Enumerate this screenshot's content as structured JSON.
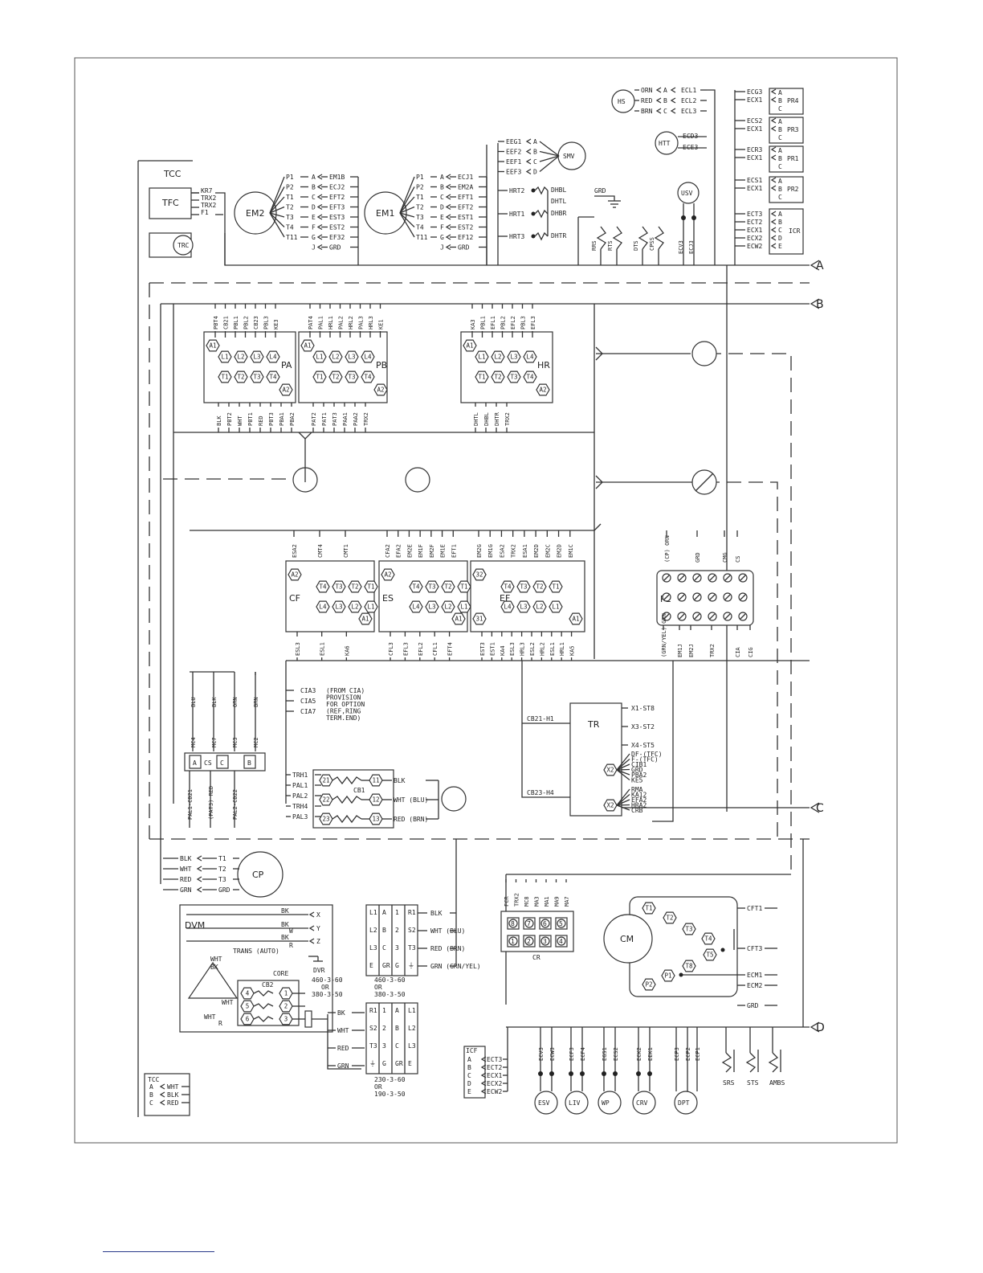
{
  "buses": [
    "A",
    "B",
    "C",
    "D"
  ],
  "components": {
    "tcc_top": "TCC",
    "tfc": "TFC",
    "trc": "TRC",
    "em2": "EM2",
    "em1": "EM1",
    "smv": "SMV",
    "hs": "HS",
    "htt": "HTT",
    "usv": "USV",
    "pr4": "PR4",
    "pr3": "PR3",
    "pr1": "PR1",
    "pr2": "PR2",
    "icr": "ICR",
    "pa": "PA",
    "pb": "PB",
    "hr": "HR",
    "cf": "CF",
    "es": "ES",
    "ef": "EF",
    "pe": "PE",
    "cs": "CS",
    "cb1": "CB1",
    "tr": "TR",
    "cp": "CP",
    "dvm": "DVM",
    "trans": "TRANS (AUTO)",
    "core": "CORE",
    "dvr": "DVR",
    "cb2": "CB2",
    "cr": "CR",
    "cm": "CM",
    "tcc_bottom": "TCC",
    "icf": "ICF",
    "esv": "ESV",
    "liv": "LIV",
    "wp": "WP",
    "crv": "CRV",
    "dpt": "DPT",
    "srs": "SRS",
    "sts": "STS",
    "grd_top": "GRD"
  },
  "wire_labels": {
    "tfc_pins": [
      "KR7",
      "TRX2",
      "TRX2",
      "F1"
    ],
    "em2_left": [
      "P1",
      "P2",
      "T1",
      "T2",
      "T3",
      "T4",
      "T11"
    ],
    "em2_pins": [
      "A",
      "B",
      "C",
      "D",
      "E",
      "F",
      "G",
      "J"
    ],
    "em2_right": [
      "EM1B",
      "ECJ2",
      "EFT2",
      "EFT3",
      "EST3",
      "EST2",
      "EF32",
      "GRD"
    ],
    "em1_left": [
      "P1",
      "P2",
      "T1",
      "T2",
      "T3",
      "T4",
      "T11"
    ],
    "em1_pins": [
      "A",
      "B",
      "C",
      "D",
      "E",
      "F",
      "G",
      "J"
    ],
    "em1_right": [
      "ECJ1",
      "EM2A",
      "EFT1",
      "EFT2",
      "EST1",
      "EST2",
      "EF12",
      "GRD"
    ],
    "smv_left": [
      "EEG1",
      "EEF2",
      "EEF1",
      "EEF3"
    ],
    "smv_pins": [
      "A",
      "B",
      "C",
      "D"
    ],
    "hrt": [
      "HRT2",
      "HRT1",
      "HRT3"
    ],
    "heaters": [
      "DHBL",
      "DHTL",
      "DHBR",
      "DHTR"
    ],
    "sensors_top": [
      "RRS",
      "RTS",
      "DTS",
      "CPSS"
    ],
    "usv_wires": [
      "ECV3",
      "ECJ3"
    ],
    "hs_colors": [
      "ORN",
      "RED",
      "BRN"
    ],
    "hs_pins": [
      "A",
      "B",
      "C"
    ],
    "hs_right": [
      "ECL1",
      "ECL2",
      "ECL3"
    ],
    "htt_right": [
      "ECD3",
      "ECE3"
    ],
    "pr4_left": [
      "ECG3",
      "ECX1"
    ],
    "pr3_left": [
      "ECS2",
      "ECX1"
    ],
    "pr1_left": [
      "ECR3",
      "ECX1"
    ],
    "pr2_left": [
      "ECS1",
      "ECX1"
    ],
    "pr_pins": [
      "A",
      "B",
      "C"
    ],
    "icr_left": [
      "ECT3",
      "ECT2",
      "ECX1",
      "ECX2",
      "ECW2"
    ],
    "icr_pins": [
      "A",
      "B",
      "C",
      "D",
      "E"
    ],
    "pa_top": [
      "PBT4",
      "CB21",
      "PBL1",
      "PBL2",
      "CB23",
      "PBL3",
      "KE3"
    ],
    "pa_bottom": [
      "BLK",
      "PBT2",
      "WHT",
      "PBT1",
      "RED",
      "PBT3",
      "PBA1",
      "PBA2"
    ],
    "pb_top": [
      "PAT4",
      "PAL1",
      "HRL1",
      "PAL2",
      "HRL2",
      "PAL3",
      "HRL3",
      "KE1"
    ],
    "pb_bottom": [
      "PAT2",
      "PAT1",
      "PAT3",
      "PAA1",
      "PAA2",
      "TRX2"
    ],
    "hr_top": [
      "KA3",
      "PBL1",
      "EFL1",
      "PBL2",
      "EFL2",
      "PBL3",
      "EFL3"
    ],
    "hr_bottom": [
      "DHTL",
      "DHBL",
      "DHTR",
      "TRX2"
    ],
    "contactor_terms": [
      "A1",
      "L1",
      "L2",
      "L3",
      "L4",
      "T1",
      "T2",
      "T3",
      "T4",
      "A2"
    ],
    "cf_top": [
      "ESA2",
      "CMT4",
      "CMT1"
    ],
    "cf_bottom": [
      "ESL3",
      "ESL1",
      "KA6"
    ],
    "es_top": [
      "CFA2",
      "EFA2",
      "EM2E",
      "EM1F",
      "EM2F",
      "EM1E",
      "EFT1"
    ],
    "es_bottom": [
      "CFL3",
      "EFL3",
      "EFL2",
      "CFL1",
      "EFT4"
    ],
    "ef_top": [
      "EM2G",
      "EM1G",
      "ESA2",
      "TRX2",
      "ESA1",
      "EM2D",
      "EM2C",
      "EM2D",
      "EM1C"
    ],
    "ef_bottom": [
      "EST3",
      "EST1",
      "KA4",
      "ESL3",
      "HRL3",
      "ESL2",
      "HRL2",
      "ESL1",
      "HRL1",
      "KA5"
    ],
    "pe_top": [
      "(CP) ORN",
      "GRD",
      "CMG",
      "CS"
    ],
    "pe_bottom": [
      "(GRN/YEL) GRN",
      "EM1J",
      "EM2J",
      "TRX2",
      "CIA",
      "CIG"
    ],
    "cs_wires": [
      "BLU",
      "BLK",
      "ORN",
      "BRN"
    ],
    "cs_mc": [
      "MC4",
      "MC7",
      "MC3",
      "MC2"
    ],
    "cs_pins": [
      "A",
      "C",
      "B"
    ],
    "cs_bottom": [
      "PAL1-CB21",
      "(PAT3) RED",
      "PAL2-CB22"
    ],
    "cia_notes": [
      "CIA3",
      "CIA5",
      "CIA7",
      "(FROM CIA)",
      "PROVISION",
      "FOR OPTION",
      "(REF,RING",
      "TERM.END)"
    ],
    "cb1_left": [
      "TRH1",
      "PAL1",
      "PAL2",
      "TRH4",
      "PAL3"
    ],
    "cb1_in": [
      "21",
      "22",
      "23"
    ],
    "cb1_out": [
      "11",
      "12",
      "13"
    ],
    "cb1_right": [
      "BLK",
      "WHT (BLU)",
      "RED (BRN)"
    ],
    "tr_left": [
      "CB21-H1",
      "CB23-H4"
    ],
    "tr_right_top": [
      "X1-ST8",
      "X3-ST2",
      "X4-ST5"
    ],
    "tr_x2_a": [
      "DF-(TFC)",
      "F-(TFC)",
      "CIB1",
      "GRD",
      "PBA2",
      "KE5"
    ],
    "tr_x2_b": [
      "RMA",
      "KA12",
      "EFA2",
      "HRA2",
      "CRB"
    ],
    "x2": "X2",
    "cp_left": [
      "BLK",
      "WHT",
      "RED",
      "GRN"
    ],
    "cp_right": [
      "T1",
      "T2",
      "T3",
      "GRD"
    ],
    "dvm_wires": [
      "BK",
      "BK",
      "W",
      "BK",
      "R"
    ],
    "dvm_pins": [
      "X",
      "Y",
      "Z"
    ],
    "trans_taps": [
      "WHT",
      "BK",
      "WHT",
      "WHT",
      "R"
    ],
    "cb2_terms": [
      "4",
      "1",
      "5",
      "2",
      "6",
      "3"
    ],
    "dvr_notes": [
      "460-3-60",
      "OR",
      "380-3-50"
    ],
    "tb1_rows": [
      [
        "L1",
        "A",
        "1",
        "R1"
      ],
      [
        "L2",
        "B",
        "2",
        "S2"
      ],
      [
        "L3",
        "C",
        "3",
        "T3"
      ],
      [
        "E",
        "GR",
        "G",
        "⏚"
      ]
    ],
    "tb1_right": [
      "BLK",
      "WHT (BLU)",
      "RED (BRN)",
      "GRN (GRN/YEL)"
    ],
    "tb1_notes": [
      "460-3-60",
      "OR",
      "380-3-50"
    ],
    "tb2_left": [
      "BK",
      "WHT",
      "RED",
      "GRN"
    ],
    "tb2_rows": [
      [
        "R1",
        "1",
        "A",
        "L1"
      ],
      [
        "S2",
        "2",
        "B",
        "L2"
      ],
      [
        "T3",
        "3",
        "C",
        "L3"
      ],
      [
        "⏚",
        "G",
        "GR",
        "E"
      ]
    ],
    "tb2_notes": [
      "230-3-60",
      "OR",
      "190-3-50"
    ],
    "cr_wires": [
      "FCR",
      "TRX2",
      "MC8",
      "MA3",
      "MA1",
      "MA9",
      "MA7"
    ],
    "cr_top": [
      "8",
      "7",
      "6",
      "5"
    ],
    "cr_bottom": [
      "1",
      "2",
      "3",
      "4"
    ],
    "cm_terms": [
      "T1",
      "T2",
      "T3",
      "T4",
      "T5",
      "T8",
      "P1",
      "P2"
    ],
    "cm_right": [
      "CFT1",
      "CFT3",
      "ECM1",
      "ECM2",
      "GRD"
    ],
    "tcc_pins": [
      "A",
      "B",
      "C"
    ],
    "tcc_wires": [
      "WHT",
      "BLK",
      "RED"
    ],
    "icf_pins": [
      "A",
      "B",
      "C",
      "D",
      "E"
    ],
    "icf_wires": [
      "ECT3",
      "ECT2",
      "ECX1",
      "ECX2",
      "ECW2"
    ],
    "bottom_wires": [
      "ECV3",
      "ECW3",
      "ECF3",
      "ECF4",
      "EGS1",
      "ECS2",
      "ECK2",
      "EEK1",
      "ECP3",
      "ECP2",
      "ECP1"
    ],
    "bottom_sensors": [
      "SRS",
      "STS",
      "AMBS"
    ]
  }
}
